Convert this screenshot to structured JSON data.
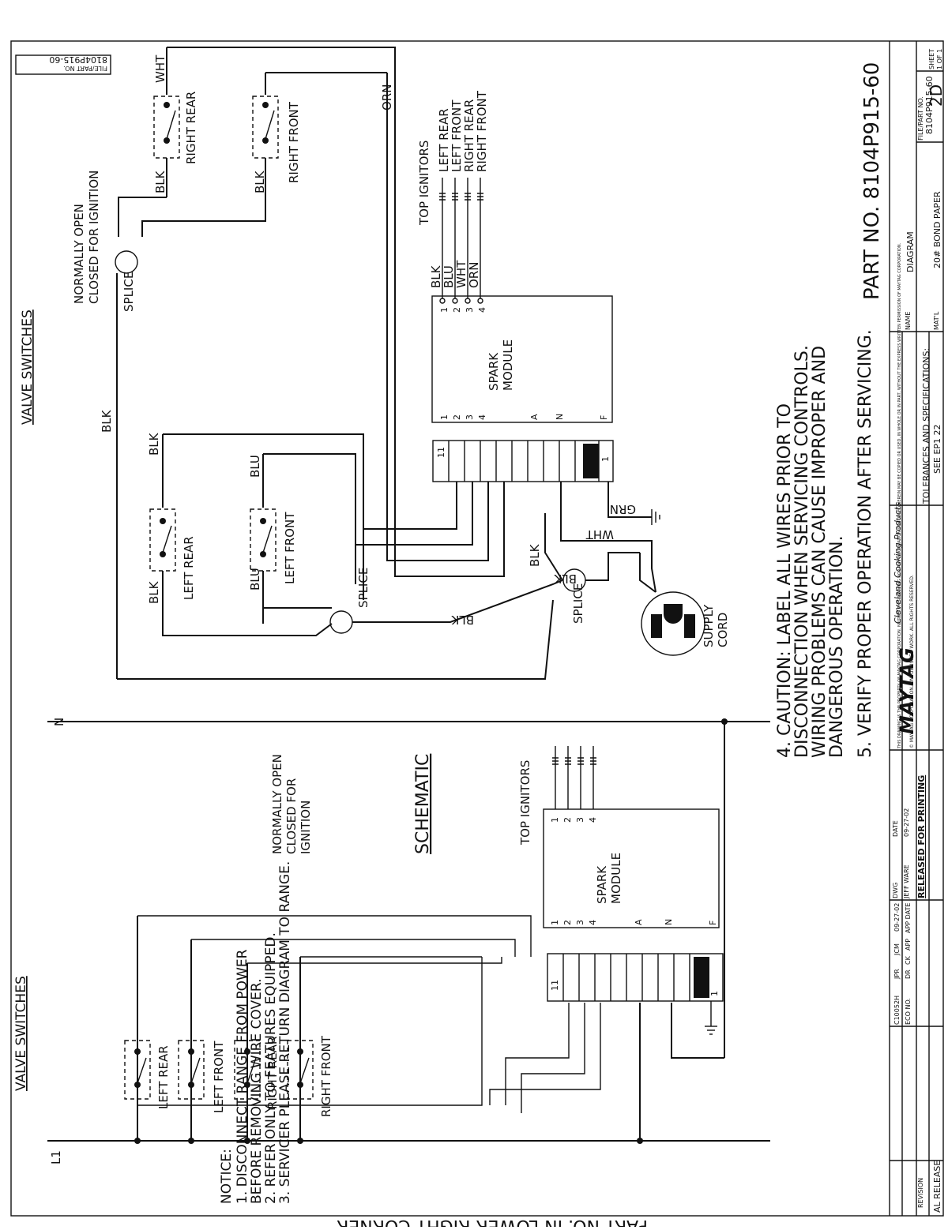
{
  "file_no": {
    "label": "FILE/PART NO.",
    "value": "8104P915-60"
  },
  "upper": {
    "section_title": "VALVE SWITCHES",
    "note_open": "NORMALLY OPEN",
    "note_closed": "CLOSED FOR IGNITION",
    "switch_right_rear": "RIGHT REAR",
    "switch_right_front": "RIGHT FRONT",
    "switch_left_rear": "LEFT REAR",
    "switch_left_front": "LEFT FRONT",
    "splice": "SPLICE",
    "spark_module": [
      "SPARK",
      "MODULE"
    ],
    "top_ignitors": "TOP IGNITORS",
    "ignitors": [
      "LEFT REAR",
      "LEFT FRONT",
      "RIGHT REAR",
      "RIGHT FRONT"
    ],
    "ignitor_wires": [
      "BLK",
      "BLU",
      "WHT",
      "ORN"
    ],
    "module_pins_top": [
      "1",
      "2",
      "3",
      "4"
    ],
    "module_pins_bottom": [
      "1",
      "2",
      "3",
      "4",
      "A",
      "N",
      "F"
    ],
    "terminal_11": "11",
    "terminal_1": "1",
    "supply_cord": [
      "SUPPLY",
      "CORD"
    ],
    "wires": {
      "blk": "BLK",
      "blu": "BLU",
      "wht": "WHT",
      "orn": "ORN",
      "grn": "GRN"
    }
  },
  "lower": {
    "section_title": "VALVE SWITCHES",
    "schematic": "SCHEMATIC",
    "note": [
      "NORMALLY OPEN",
      "CLOSED FOR",
      "IGNITION"
    ],
    "top_ignitors": "TOP IGNITORS",
    "spark_module": [
      "SPARK",
      "MODULE"
    ],
    "module_pins_top": [
      "1",
      "2",
      "3",
      "4"
    ],
    "module_pins_bottom": [
      "1",
      "2",
      "3",
      "4",
      "A",
      "N",
      "F"
    ],
    "switches": [
      "LEFT REAR",
      "LEFT FRONT",
      "RIGHT REAR",
      "RIGHT FRONT"
    ],
    "terminal_11": "11",
    "terminal_1": "1",
    "l1": "L1",
    "n": "N"
  },
  "notice": {
    "heading": "NOTICE:",
    "items": [
      "1.  DISCONNECT RANGE FROM POWER",
      "     BEFORE REMOVING WIRE COVER.",
      "2.  REFER ONLY TO FEATURES EQUIPPED.",
      "3.  SERVICER PLEASE RETURN DIAGRAM TO RANGE."
    ]
  },
  "caution": [
    "4.   CAUTION:  LABEL ALL WIRES PRIOR TO",
    "       DISCONNECTION WHEN SERVICING CONTROLS.",
    "       WIRING PROBLEMS CAN CAUSE IMPROPER AND",
    "       DANGEROUS OPERATION.",
    "5.   VERIFY PROPER OPERATION AFTER SERVICING."
  ],
  "part_no": "PART  NO.   8104P915-60",
  "title_block": {
    "brand": "MAYTAG",
    "company": "Cleveland Cooking Products",
    "tolerances": "TOLERANCES AND SPECIFICATIONS:",
    "see": "SEE EP1 22",
    "name_label": "NAME",
    "name": "DIAGRAM",
    "mat_label": "MAT'L",
    "material": "20# BOND PAPER",
    "file_part_label": "FILE/PART NO.",
    "file_part": "8104P915-60",
    "size": "2D",
    "sheet_label": "SHEET",
    "sheet": "1 OF 1",
    "drawn_label": "DWG",
    "drawn": "JEFF WARE",
    "date_label": "DATE",
    "date": "09-27-02",
    "released": "RELEASED FOR PRINTING",
    "revision_label": "REVISION",
    "release": "AL RELEASE",
    "eco": "C10052H",
    "eco_by": "JPR",
    "eco_ck": "JCM",
    "eco_date": "09-27-02",
    "eco_headers": [
      "ECO NO.",
      "DR",
      "CK",
      "APP",
      "APP DATE"
    ],
    "legal": "THIS DRAWING IS THE PROPERTY OF MAYTAG CORPORATION. NEITHER THIS DRAWING NOR ANY INFORMATION CONTAINED HEREIN MAY BE COPIED OR USED, IN WHOLE OR IN PART, WITHOUT THE EXPRESS WRITTEN PERMISSION OF MAYTAG CORPORATION.",
    "copyright": "© MAYTAG CORPORATION. UNPUBLISHED WORK. ALL RIGHTS RESERVED."
  },
  "margin_stamp": "PART NO. IN LOWER RIGHT CORNER"
}
